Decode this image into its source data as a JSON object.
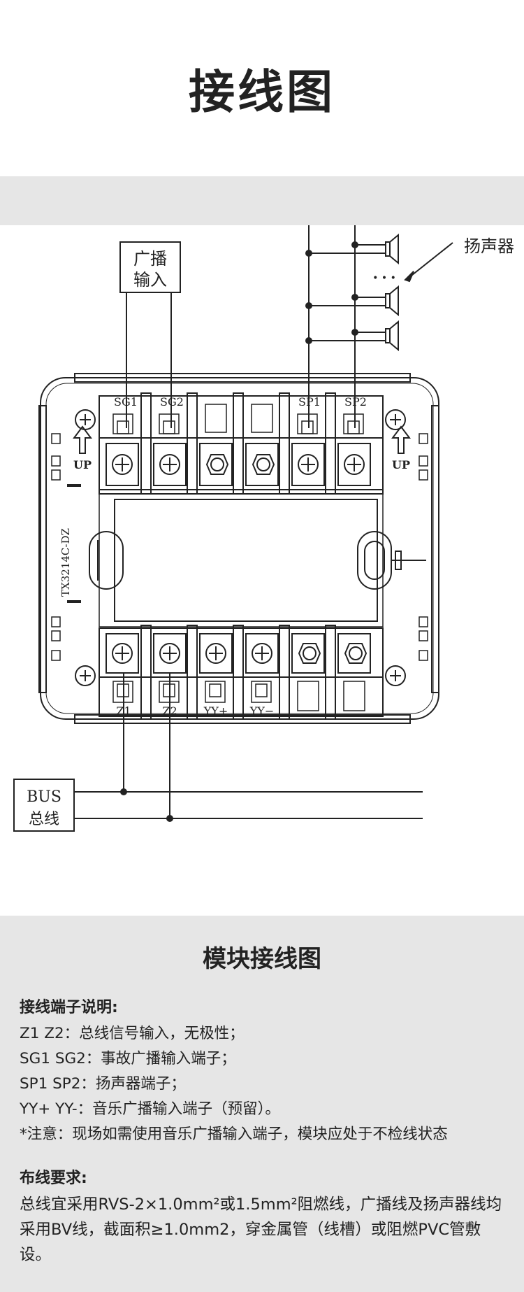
{
  "header": {
    "title": "接线图"
  },
  "diagram": {
    "model_label": "TX3214C-DZ",
    "broadcast_box_line1": "广播",
    "broadcast_box_line2": "输入",
    "speaker_label": "扬声器",
    "ellipsis": "• • •",
    "bus_box_line1": "BUS",
    "bus_box_line2": "总线",
    "up_label": "UP",
    "top_terminals": [
      "SG1",
      "SG2",
      "SP1",
      "SP2"
    ],
    "bottom_terminals": [
      "Z1",
      "Z2",
      "YY+",
      "YY−"
    ]
  },
  "section": {
    "caption": "模块接线图",
    "terminals_title": "接线端子说明:",
    "terminal_lines": [
      "Z1 Z2：总线信号输入，无极性；",
      "SG1 SG2：事故广播输入端子；",
      "SP1 SP2：扬声器端子；",
      "YY+ YY-：音乐广播输入端子（预留）。",
      "*注意：现场如需使用音乐广播输入端子，模块应处于不检线状态"
    ],
    "wiring_title": "布线要求:",
    "wiring_text": "总线宜采用RVS-2×1.0mm²或1.5mm²阻燃线，广播线及扬声器线均采用BV线，截面积≥1.0mm2，穿金属管（线槽）或阻燃PVC管敷设。"
  }
}
